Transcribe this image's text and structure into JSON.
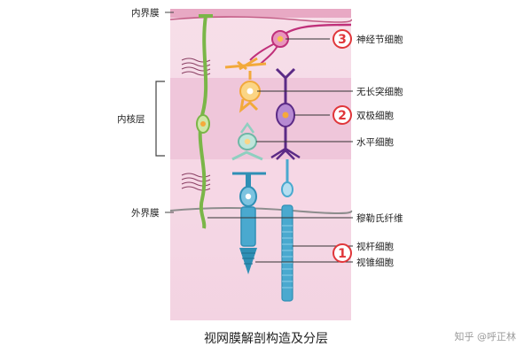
{
  "diagram": {
    "caption": "视网膜解剖构造及分层",
    "watermark": "知乎 @呼正林",
    "left_labels": {
      "inner_membrane": "内界膜",
      "inner_nuclear_layer": "内核层",
      "outer_membrane": "外界膜"
    },
    "right_labels": {
      "ganglion_cell": "神经节细胞",
      "amacrine_cell": "无长突细胞",
      "bipolar_cell": "双极细胞",
      "horizontal_cell": "水平细胞",
      "muller_fiber": "穆勒氏纤维",
      "rod_cell": "视杆细胞",
      "cone_cell": "视锥细胞"
    },
    "markers": [
      "3",
      "2",
      "1"
    ],
    "colors": {
      "ganglion": "#c0307a",
      "amacrine": "#f2a93b",
      "bipolar": "#5b2a86",
      "horizontal": "#8fcfc0",
      "muller": "#7ab648",
      "cone": "#2f8fb5",
      "rod": "#4aa9cf",
      "marker": "#e0363a",
      "band": "#f4cfe0"
    }
  }
}
